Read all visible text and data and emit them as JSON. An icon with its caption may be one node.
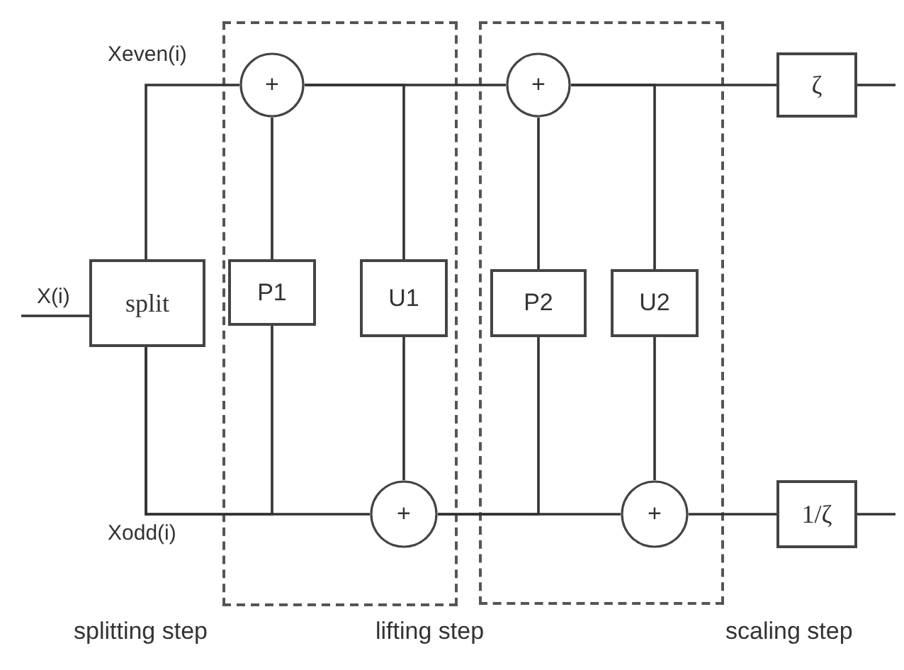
{
  "diagram": {
    "nodes": [
      {
        "text": [
          "split"
        ]
      },
      {
        "text": [],
        "shape": "box"
      },
      {
        "text": [
          "+"
        ],
        "in": 1
      },
      {
        "text": [
          "P1"
        ],
        "in": 1
      },
      {
        "text": [
          "U1"
        ],
        "in": 1
      },
      {
        "text": [
          "+"
        ],
        "in": 1
      },
      {
        "text": [],
        "shape": "box"
      },
      {
        "text": [
          "+"
        ],
        "in": 6
      },
      {
        "text": [
          "P2"
        ],
        "in": 6
      },
      {
        "text": [
          "U2"
        ],
        "in": 6
      },
      {
        "text": [
          "+"
        ],
        "in": 6
      },
      {
        "text": [
          "ζ"
        ]
      },
      {
        "text": [
          "1/ζ"
        ]
      }
    ],
    "edges": [
      {
        "from": null,
        "to": 0,
        "arrow": "none",
        "label": "X(i)"
      },
      {
        "from": 0,
        "to": 2,
        "arrow": "none",
        "label": "Xeven(i)"
      },
      {
        "from": 0,
        "to": 5,
        "arrow": "none",
        "label": "Xodd(i)"
      },
      {
        "from": 0,
        "to": 3,
        "arrow": "none"
      },
      {
        "from": 3,
        "to": 2,
        "arrow": "none"
      },
      {
        "from": 2,
        "to": 4,
        "arrow": "none"
      },
      {
        "from": 4,
        "to": 5,
        "arrow": "none"
      },
      {
        "from": 2,
        "to": 7,
        "arrow": "none"
      },
      {
        "from": 5,
        "to": 10,
        "arrow": "none"
      },
      {
        "from": 5,
        "to": 8,
        "arrow": "none"
      },
      {
        "from": 8,
        "to": 7,
        "arrow": "none"
      },
      {
        "from": 7,
        "to": 9,
        "arrow": "none"
      },
      {
        "from": 9,
        "to": 10,
        "arrow": "none"
      },
      {
        "from": 7,
        "to": 11,
        "arrow": "none"
      },
      {
        "from": 10,
        "to": 12,
        "arrow": "none"
      },
      {
        "from": 11,
        "to": null,
        "arrow": "none"
      },
      {
        "from": 12,
        "to": null,
        "arrow": "none"
      }
    ],
    "labels": [
      "splitting step",
      "lifting step",
      "scaling step"
    ]
  }
}
